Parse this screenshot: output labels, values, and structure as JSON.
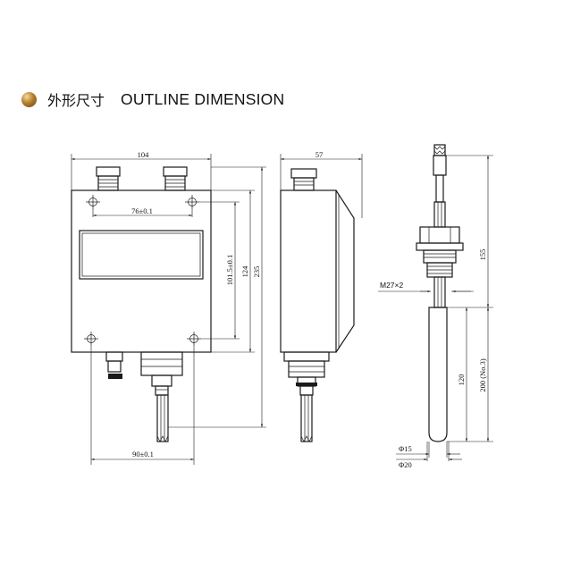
{
  "heading": {
    "title_cn": "外形尺寸",
    "title_en": "OUTLINE DIMENSION"
  },
  "front_view": {
    "width_label": "104",
    "hole_spacing_top_label": "76±0.1",
    "hole_spacing_bottom_label": "90±0.1",
    "hole_vertical_label": "101.5±0.1",
    "body_height_label": "124",
    "total_height_label": "235"
  },
  "side_view": {
    "depth_label": "57"
  },
  "probe_view": {
    "upper_length_label": "155",
    "bulb_length_label": "120",
    "probe_length_label": "200 (No.3)",
    "thread_label": "M27×2",
    "inner_diameter_label": "Φ15",
    "outer_diameter_label": "Φ20"
  }
}
